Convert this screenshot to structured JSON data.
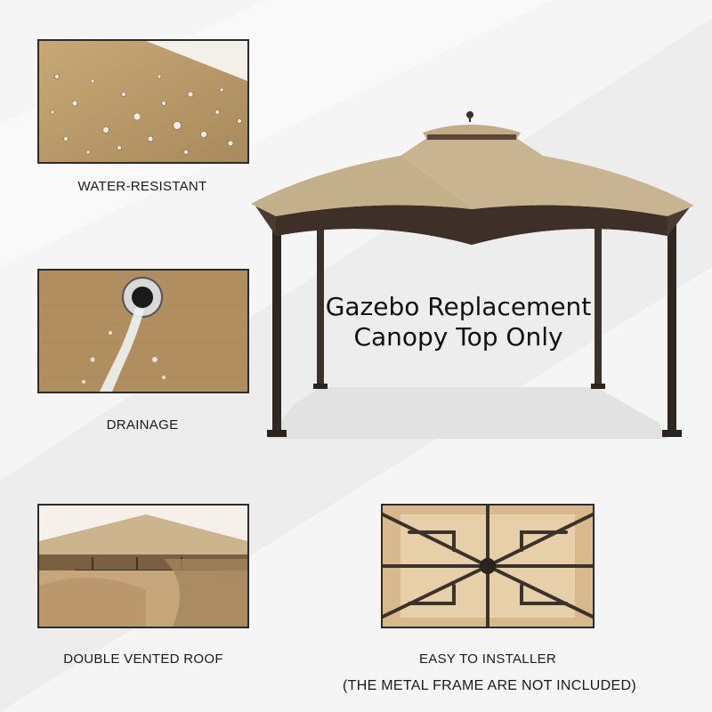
{
  "features": [
    {
      "label": "WATER-RESISTANT",
      "image": "water-droplets-on-fabric"
    },
    {
      "label": "DRAINAGE",
      "image": "grommet-drain-hole"
    },
    {
      "label": "DOUBLE VENTED ROOF",
      "image": "vented-roof-corner"
    },
    {
      "label": "EASY TO INSTALLER",
      "image": "frame-underside-view"
    }
  ],
  "headline": {
    "line1": "Gazebo Replacement",
    "line2": "Canopy Top Only"
  },
  "disclaimer": "(THE METAL FRAME ARE NOT INCLUDED)",
  "colors": {
    "canopy": "#c8b490",
    "frame": "#3b322c",
    "valance": "#4a3a30",
    "fabric": "#b59a6e"
  }
}
